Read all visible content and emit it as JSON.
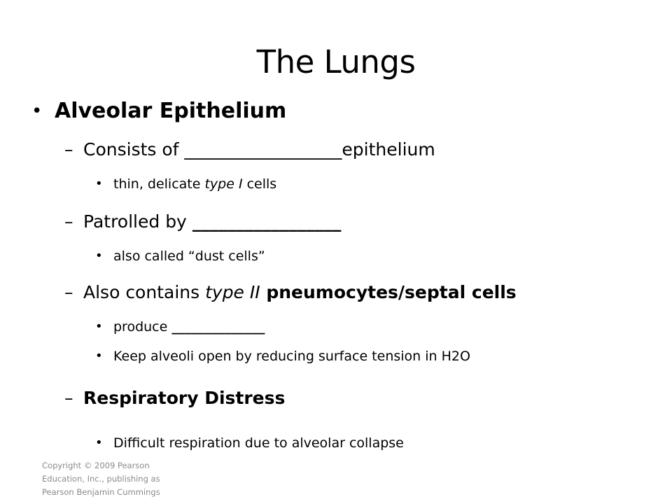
{
  "slide": {
    "title": "The Lungs",
    "level1": {
      "text": "Alveolar Epithelium"
    },
    "item1": {
      "dash": "–",
      "prefix": "Consists of ",
      "blank": "__________________",
      "suffix": "epithelium"
    },
    "item1_sub": {
      "bullet": "•",
      "prefix": "thin, delicate ",
      "italic": "type I",
      "suffix": " cells"
    },
    "item2": {
      "dash": "–",
      "prefix": "Patrolled by ",
      "blank": "_________________"
    },
    "item2_sub": {
      "bullet": "•",
      "text": "also called “dust cells”"
    },
    "item3": {
      "dash": "–",
      "prefix": "Also contains ",
      "italic": "type II",
      "bold": " pneumocytes/septal cells"
    },
    "item3_sub1": {
      "bullet": "•",
      "prefix": "produce ",
      "blank": "______________"
    },
    "item3_sub2": {
      "bullet": "•",
      "text": "Keep alveoli open by reducing surface tension in H2O"
    },
    "item4": {
      "dash": "–",
      "text": "Respiratory Distress"
    },
    "item4_sub": {
      "bullet": "•",
      "text": "Difficult respiration due to alveolar collapse"
    },
    "bullet1": "•"
  },
  "footer": {
    "copyright": "Copyright © 2009 Pearson\nEducation, Inc., publishing as\nPearson Benjamin Cummings"
  }
}
